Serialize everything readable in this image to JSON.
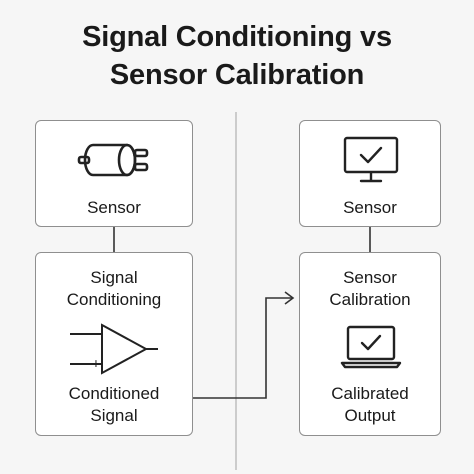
{
  "title": {
    "line1": "Signal Conditioning vs",
    "line2": "Sensor Calibration"
  },
  "left": {
    "sensor_label": "Sensor",
    "conditioning_label_1": "Signal",
    "conditioning_label_2": "Conditioning",
    "output_label_1": "Conditioned",
    "output_label_2": "Signal",
    "sensor_icon": "sensor-cylinder-icon",
    "amplifier_icon": "op-amp-icon",
    "amp_minus": "−",
    "amp_plus": "+"
  },
  "right": {
    "sensor_label": "Sensor",
    "calibration_label_1": "Sensor",
    "calibration_label_2": "Calibration",
    "output_label_1": "Calibrated",
    "output_label_2": "Output",
    "sensor_icon": "monitor-check-icon",
    "output_icon": "laptop-check-icon"
  },
  "colors": {
    "background": "#f6f6f6",
    "box_border": "#8f8f8f",
    "line": "#333333",
    "divider": "#bdbdbd"
  }
}
